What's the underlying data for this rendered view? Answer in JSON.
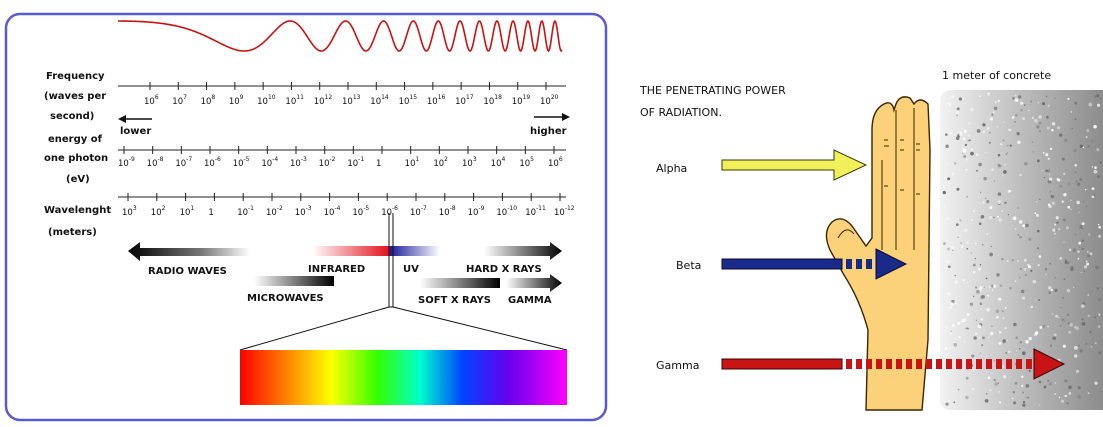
{
  "left_panel": {
    "rows": [
      {
        "label": "Frequency"
      },
      {
        "label": "(waves per"
      },
      {
        "label": "second)"
      },
      {
        "label": "energy of"
      },
      {
        "label": "one photon"
      },
      {
        "label": "(eV)"
      },
      {
        "label": "Wavelenght"
      },
      {
        "label": "(meters)"
      }
    ],
    "frequency_exponents": [
      "6",
      "7",
      "8",
      "9",
      "10",
      "11",
      "12",
      "13",
      "14",
      "15",
      "16",
      "17",
      "18",
      "19",
      "20"
    ],
    "energy_ticks": [
      {
        "base": "10",
        "exp": "-9"
      },
      {
        "base": "10",
        "exp": "-8"
      },
      {
        "base": "10",
        "exp": "-7"
      },
      {
        "base": "10",
        "exp": "-6"
      },
      {
        "base": "10",
        "exp": "-5"
      },
      {
        "base": "10",
        "exp": "-4"
      },
      {
        "base": "10",
        "exp": "-3"
      },
      {
        "base": "10",
        "exp": "-2"
      },
      {
        "base": "10",
        "exp": "-1"
      },
      {
        "base": "1",
        "exp": ""
      },
      {
        "base": "10",
        "exp": "1"
      },
      {
        "base": "10",
        "exp": "2"
      },
      {
        "base": "10",
        "exp": "3"
      },
      {
        "base": "10",
        "exp": "4"
      },
      {
        "base": "10",
        "exp": "5"
      },
      {
        "base": "10",
        "exp": "6"
      }
    ],
    "wavelength_ticks": [
      {
        "base": "10",
        "exp": "3"
      },
      {
        "base": "10",
        "exp": "2"
      },
      {
        "base": "10",
        "exp": "1"
      },
      {
        "base": "1",
        "exp": ""
      },
      {
        "base": "10",
        "exp": "-1"
      },
      {
        "base": "10",
        "exp": "-2"
      },
      {
        "base": "10",
        "exp": "-3"
      },
      {
        "base": "10",
        "exp": "-4"
      },
      {
        "base": "10",
        "exp": "-5"
      },
      {
        "base": "10",
        "exp": "-6"
      },
      {
        "base": "10",
        "exp": "-7"
      },
      {
        "base": "10",
        "exp": "-8"
      },
      {
        "base": "10",
        "exp": "-9"
      },
      {
        "base": "10",
        "exp": "-10"
      },
      {
        "base": "10",
        "exp": "-11"
      },
      {
        "base": "10",
        "exp": "-12"
      }
    ],
    "lower_label": "lower",
    "higher_label": "higher",
    "bands": {
      "radio": "RADIO WAVES",
      "microwaves": "MICROWAVES",
      "infrared": "INFRARED",
      "uv": "UV",
      "soft_xrays": "SOFT X RAYS",
      "hard_xrays": "HARD X RAYS",
      "gamma": "GAMMA"
    },
    "colors": {
      "wave": "#cc1111",
      "frame": "#5a5ad0",
      "infrared": "#e0101c",
      "uv": "#1a1a9a"
    }
  },
  "right_panel": {
    "title_line1": "THE PENETRATING POWER",
    "title_line2": "OF RADIATION.",
    "concrete_label": "1 meter of concrete",
    "rays": [
      {
        "label": "Alpha",
        "color": "#f2f05a"
      },
      {
        "label": "Beta",
        "color": "#1a2a8a"
      },
      {
        "label": "Gamma",
        "color": "#c81414"
      }
    ],
    "hand_color": "#fbd27a"
  }
}
